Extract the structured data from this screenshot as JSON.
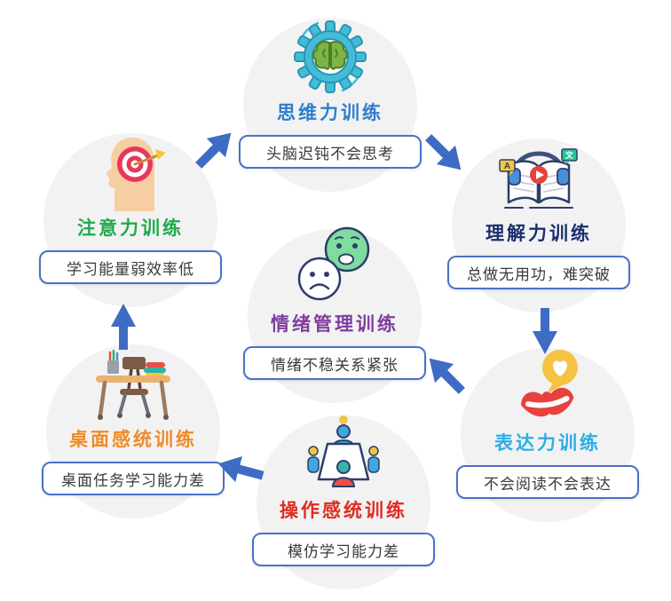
{
  "diagram": {
    "nodes": [
      {
        "id": "thinking",
        "title": "思维力训练",
        "subtitle": "头脑迟钝不会思考",
        "title_color": "#2d7ecf",
        "icon": "gear-brain-icon"
      },
      {
        "id": "comprehension",
        "title": "理解力训练",
        "subtitle": "总做无用功，难突破",
        "title_color": "#1b2f6e",
        "icon": "book-headphones-icon",
        "icon_labels": [
          "A",
          "文"
        ]
      },
      {
        "id": "expression",
        "title": "表达力训练",
        "subtitle": "不会阅读不会表达",
        "title_color": "#29aee8",
        "icon": "lips-heart-bubble-icon"
      },
      {
        "id": "operation",
        "title": "操作感统训练",
        "subtitle": "模仿学习能力差",
        "title_color": "#e02b1f",
        "icon": "table-people-icon"
      },
      {
        "id": "desktop",
        "title": "桌面感统训练",
        "subtitle": "桌面任务学习能力差",
        "title_color": "#ef8b25",
        "icon": "desk-chair-icon"
      },
      {
        "id": "attention",
        "title": "注意力训练",
        "subtitle": "学习能量弱效率低",
        "title_color": "#21a94d",
        "icon": "head-target-icon"
      },
      {
        "id": "emotion",
        "title": "情绪管理训练",
        "subtitle": "情绪不稳关系紧张",
        "title_color": "#7e3f9e",
        "icon": "emoji-faces-icon"
      }
    ],
    "flow": [
      {
        "from": "桌面感统训练",
        "to": "注意力训练"
      },
      {
        "from": "注意力训练",
        "to": "思维力训练"
      },
      {
        "from": "思维力训练",
        "to": "理解力训练"
      },
      {
        "from": "理解力训练",
        "to": "表达力训练"
      },
      {
        "from": "表达力训练",
        "to": "情绪管理训练"
      },
      {
        "from": "操作感统训练",
        "to": "桌面感统训练"
      }
    ],
    "colors": {
      "arrow": "#3e6cc4",
      "box_border": "#4a72c4",
      "circle_bg": "#f2f2f2",
      "subtitle_text": "#3a3a3a",
      "background": "#ffffff"
    }
  }
}
